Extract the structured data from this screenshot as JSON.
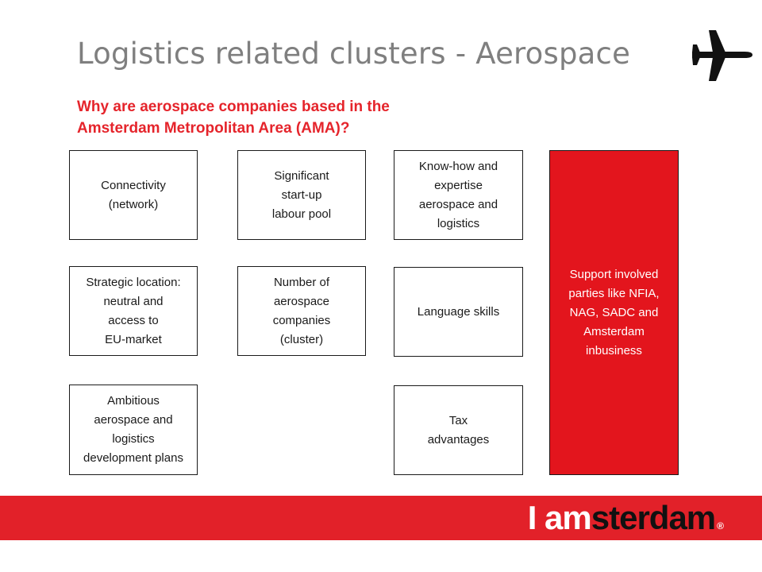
{
  "header": {
    "title": "Logistics related clusters - Aerospace",
    "subtitle": "Why are aerospace companies based in the\nAmsterdam Metropolitan Area (AMA)?",
    "icon": "airplane-icon"
  },
  "boxes": {
    "connectivity": "Connectivity\n(network)",
    "startup_labour": "Significant\nstart-up\nlabour pool",
    "knowhow": "Know-how and\nexpertise\naerospace and\nlogistics",
    "strategic_location": "Strategic location:\nneutral and\naccess to\nEU-market",
    "aerospace_companies": "Number of\naerospace\ncompanies\n(cluster)",
    "language": "Language skills",
    "ambitious_plans": "Ambitious\naerospace and\nlogistics\ndevelopment plans",
    "tax": "Tax\nadvantages",
    "support": "Support involved\nparties like NFIA,\nNAG, SADC and\nAmsterdam\ninbusiness"
  },
  "footer": {
    "logo_i": "I",
    "logo_am": "am",
    "logo_sterdam": "sterdam",
    "logo_reg": "®"
  },
  "colors": {
    "accent_red": "#e3151d",
    "title_gray": "#7f7f7f"
  }
}
